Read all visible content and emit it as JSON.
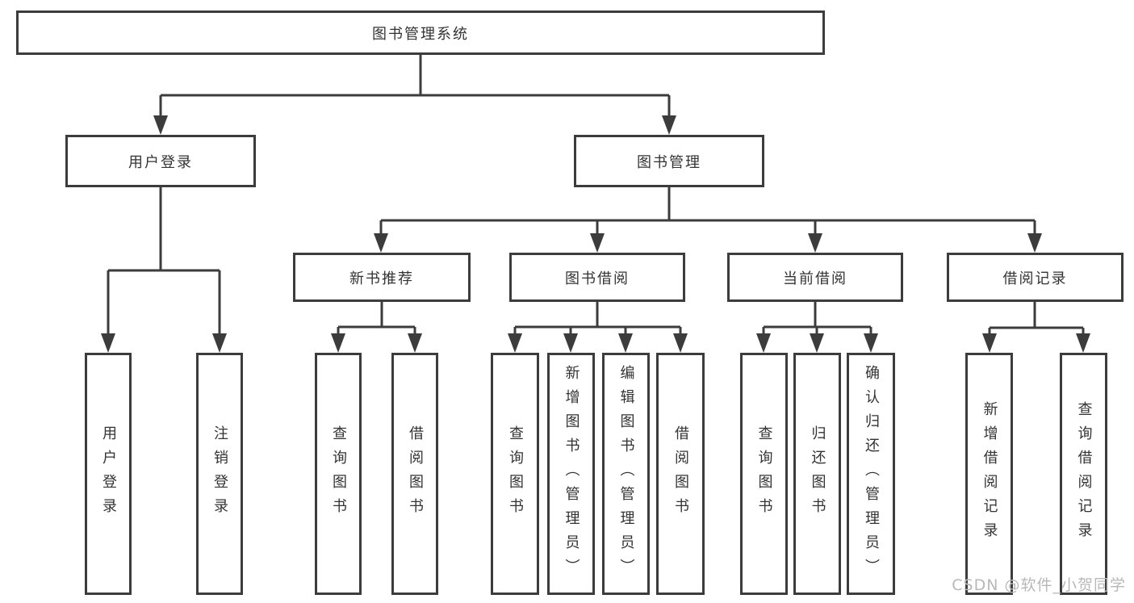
{
  "tree": {
    "label": "图书管理系统",
    "children": [
      {
        "label": "用户登录",
        "children": [
          {
            "label": "用户登录"
          },
          {
            "label": "注销登录"
          }
        ]
      },
      {
        "label": "图书管理",
        "children": [
          {
            "label": "新书推荐",
            "children": [
              {
                "label": "查询图书"
              },
              {
                "label": "借阅图书"
              }
            ]
          },
          {
            "label": "图书借阅",
            "children": [
              {
                "label": "查询图书"
              },
              {
                "label": "新增图书（管理员）"
              },
              {
                "label": "编辑图书（管理员）"
              },
              {
                "label": "借阅图书"
              }
            ]
          },
          {
            "label": "当前借阅",
            "children": [
              {
                "label": "查询图书"
              },
              {
                "label": "归还图书"
              },
              {
                "label": "确认归还（管理员）"
              }
            ]
          },
          {
            "label": "借阅记录",
            "children": [
              {
                "label": "新增借阅记录"
              },
              {
                "label": "查询借阅记录"
              }
            ]
          }
        ]
      }
    ]
  },
  "watermark": {
    "text": "CSDN @软件_小贺同学",
    "color": "#b8b8b8"
  },
  "colors": {
    "line": "#3c3c3c",
    "box_border": "#3c3c3c",
    "text": "#333333",
    "background": "#ffffff"
  }
}
